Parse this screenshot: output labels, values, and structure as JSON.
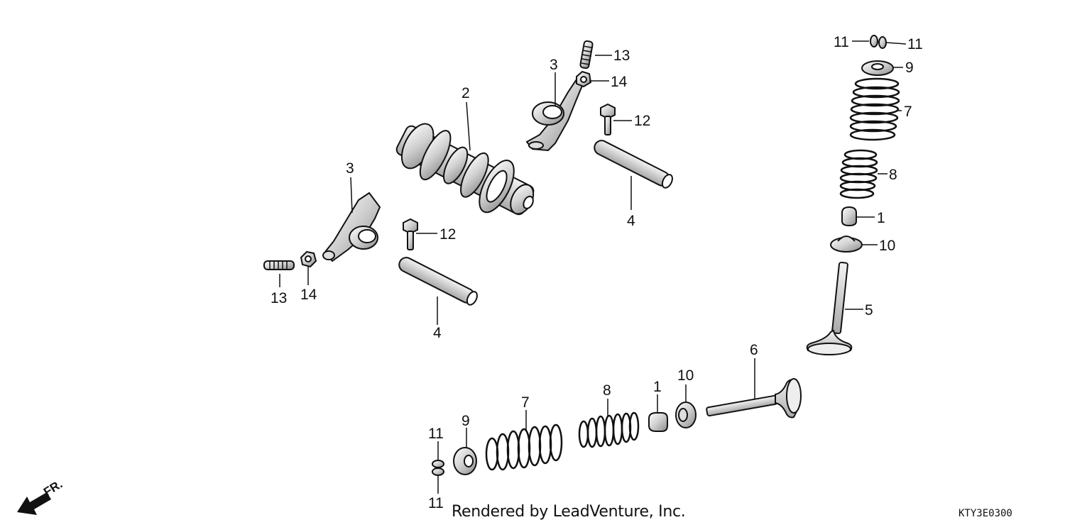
{
  "diagram": {
    "direction_indicator": {
      "label": "FR.",
      "icon": "front-direction-arrow-icon"
    },
    "footer": {
      "credit": "Rendered by LeadVenture, Inc.",
      "reference_code": "KTY3E0300"
    },
    "parts": [
      {
        "key": "cam-upper",
        "number": "2",
        "part": "camshaft"
      },
      {
        "key": "arm-upper",
        "number": "3",
        "part": "rocker-arm"
      },
      {
        "key": "arm-left",
        "number": "3",
        "part": "rocker-arm"
      },
      {
        "key": "shaft-upper",
        "number": "4",
        "part": "rocker-arm-shaft"
      },
      {
        "key": "shaft-left",
        "number": "4",
        "part": "rocker-arm-shaft"
      },
      {
        "key": "screw-upper",
        "number": "13",
        "part": "adjusting-screw"
      },
      {
        "key": "nut-upper",
        "number": "14",
        "part": "lock-nut"
      },
      {
        "key": "screw-left",
        "number": "13",
        "part": "adjusting-screw"
      },
      {
        "key": "nut-left",
        "number": "14",
        "part": "lock-nut"
      },
      {
        "key": "bolt-upper",
        "number": "12",
        "part": "bolt"
      },
      {
        "key": "bolt-left",
        "number": "12",
        "part": "bolt"
      },
      {
        "key": "cotter-r1",
        "number": "11",
        "part": "valve-cotter"
      },
      {
        "key": "cotter-r2",
        "number": "11",
        "part": "valve-cotter"
      },
      {
        "key": "retainer-r",
        "number": "9",
        "part": "spring-retainer"
      },
      {
        "key": "outer-spring-r",
        "number": "7",
        "part": "outer-valve-spring"
      },
      {
        "key": "inner-spring-r",
        "number": "8",
        "part": "inner-valve-spring"
      },
      {
        "key": "seal-r",
        "number": "1",
        "part": "stem-seal"
      },
      {
        "key": "seat-r",
        "number": "10",
        "part": "spring-seat"
      },
      {
        "key": "valve-r",
        "number": "5",
        "part": "valve"
      },
      {
        "key": "valve-b",
        "number": "6",
        "part": "valve"
      },
      {
        "key": "seat-b",
        "number": "10",
        "part": "spring-seat"
      },
      {
        "key": "seal-b",
        "number": "1",
        "part": "stem-seal"
      },
      {
        "key": "inner-spring-b",
        "number": "8",
        "part": "inner-valve-spring"
      },
      {
        "key": "outer-spring-b",
        "number": "7",
        "part": "outer-valve-spring"
      },
      {
        "key": "retainer-b",
        "number": "9",
        "part": "spring-retainer"
      },
      {
        "key": "cotter-b1",
        "number": "11",
        "part": "valve-cotter"
      },
      {
        "key": "cotter-b2",
        "number": "11",
        "part": "valve-cotter"
      }
    ]
  }
}
